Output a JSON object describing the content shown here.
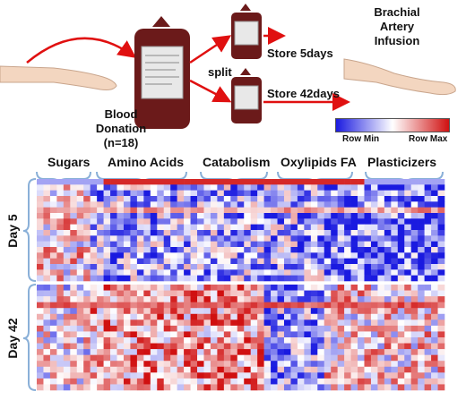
{
  "labels": {
    "blood_donation": "Blood\nDonation\n(n=18)",
    "split": "split",
    "store_5": "Store 5days",
    "store_42": "Store 42days",
    "brachial": "Brachial\nArtery\nInfusion",
    "row_min": "Row Min",
    "row_max": "Row Max",
    "day5": "Day 5",
    "day42": "Day 42"
  },
  "categories": [
    {
      "name": "Sugars"
    },
    {
      "name": "Amino Acids"
    },
    {
      "name": "Catabolism"
    },
    {
      "name": "Oxylipids FA"
    },
    {
      "name": "Plasticizers"
    }
  ],
  "colors": {
    "low": "#1a1ae0",
    "mid": "#ffffff",
    "high": "#d01010",
    "arrow": "#e01010",
    "bracket": "#8ab0d8",
    "blood_bag": "#6b1a1a"
  },
  "heatmap": {
    "columns": 61,
    "day5_rows": 18,
    "day42_rows": 18
  }
}
